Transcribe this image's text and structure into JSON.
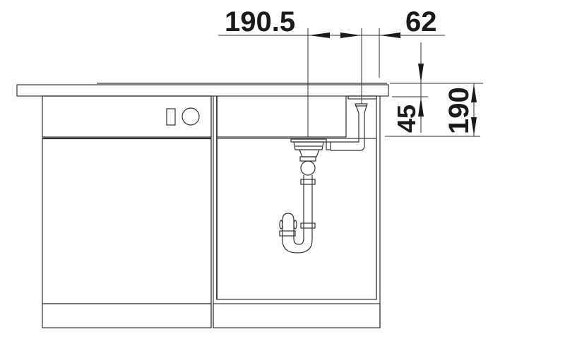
{
  "diagram": {
    "type": "technical-installation-drawing",
    "subject": "undermount sink in base cabinet with drain trap, beside dishwasher",
    "line_color": "#333333",
    "background": "#ffffff"
  },
  "dimensions": {
    "horizontal_left": {
      "label": "190.5"
    },
    "horizontal_right": {
      "label": "62"
    },
    "vertical_small": {
      "label": "45"
    },
    "vertical_large": {
      "label": "190"
    }
  }
}
